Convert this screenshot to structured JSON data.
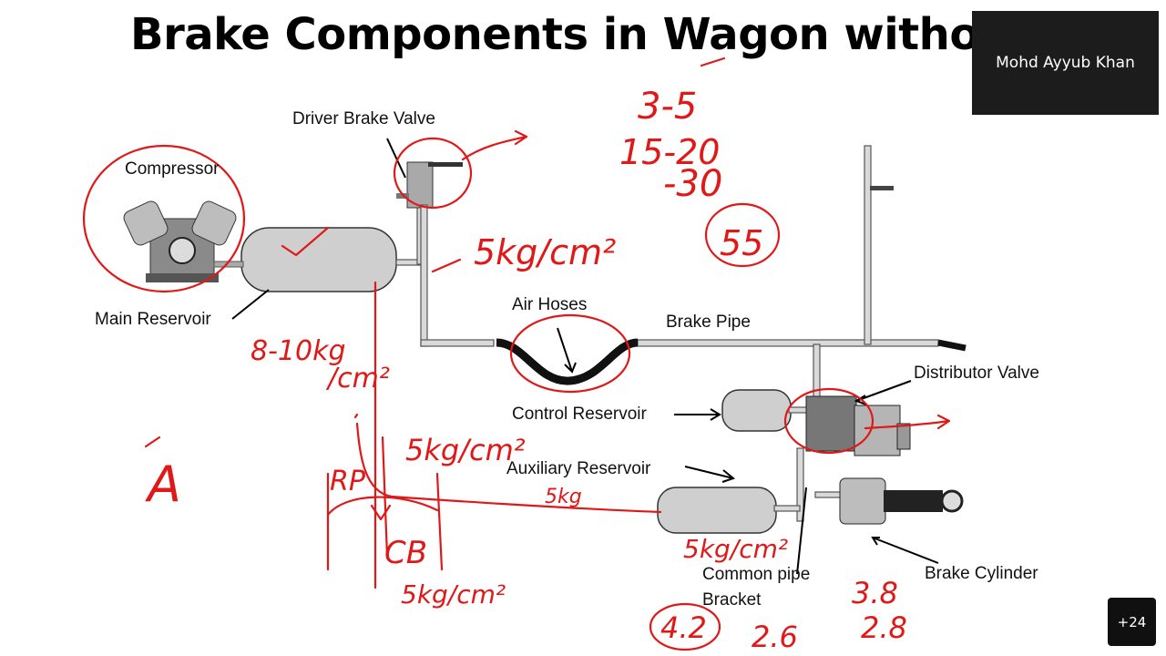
{
  "slide": {
    "title": "Brake Components in Wagon without"
  },
  "presenter": {
    "name": "Mohd Ayyub Khan"
  },
  "participants_badge": {
    "count_label": "+24"
  },
  "labels": {
    "driver_brake_valve": "Driver Brake Valve",
    "compressor": "Compressor",
    "main_reservoir": "Main Reservoir",
    "air_hoses": "Air Hoses",
    "brake_pipe": "Brake Pipe",
    "distributor_valve": "Distributor Valve",
    "control_reservoir": "Control Reservoir",
    "auxiliary_reservoir": "Auxiliary Reservoir",
    "common_pipe_bracket_1": "Common pipe",
    "common_pipe_bracket_2": "Bracket",
    "brake_cylinder": "Brake Cylinder"
  },
  "annotations": {
    "time_1": "3-5",
    "time_2": "15-20",
    "time_3": "-30",
    "time_4": "55",
    "bp_pressure": "5kg/cm²",
    "mr_pressure_1": "8-10kg",
    "mr_pressure_2": "/cm²",
    "cr_pressure": "5kg/cm²",
    "ar_pressure": "5kg",
    "bracket_pressure": "5kg/cm²",
    "cb_pressure": "5kg/cm²",
    "rp_label": "RP",
    "cb_label": "CB",
    "a_label": "A",
    "val_42": "4.2",
    "val_26": "2.6",
    "val_38": "3.8",
    "val_28": "2.8"
  },
  "colors": {
    "ink": "#e01818",
    "tile": "#1c1c1c"
  }
}
